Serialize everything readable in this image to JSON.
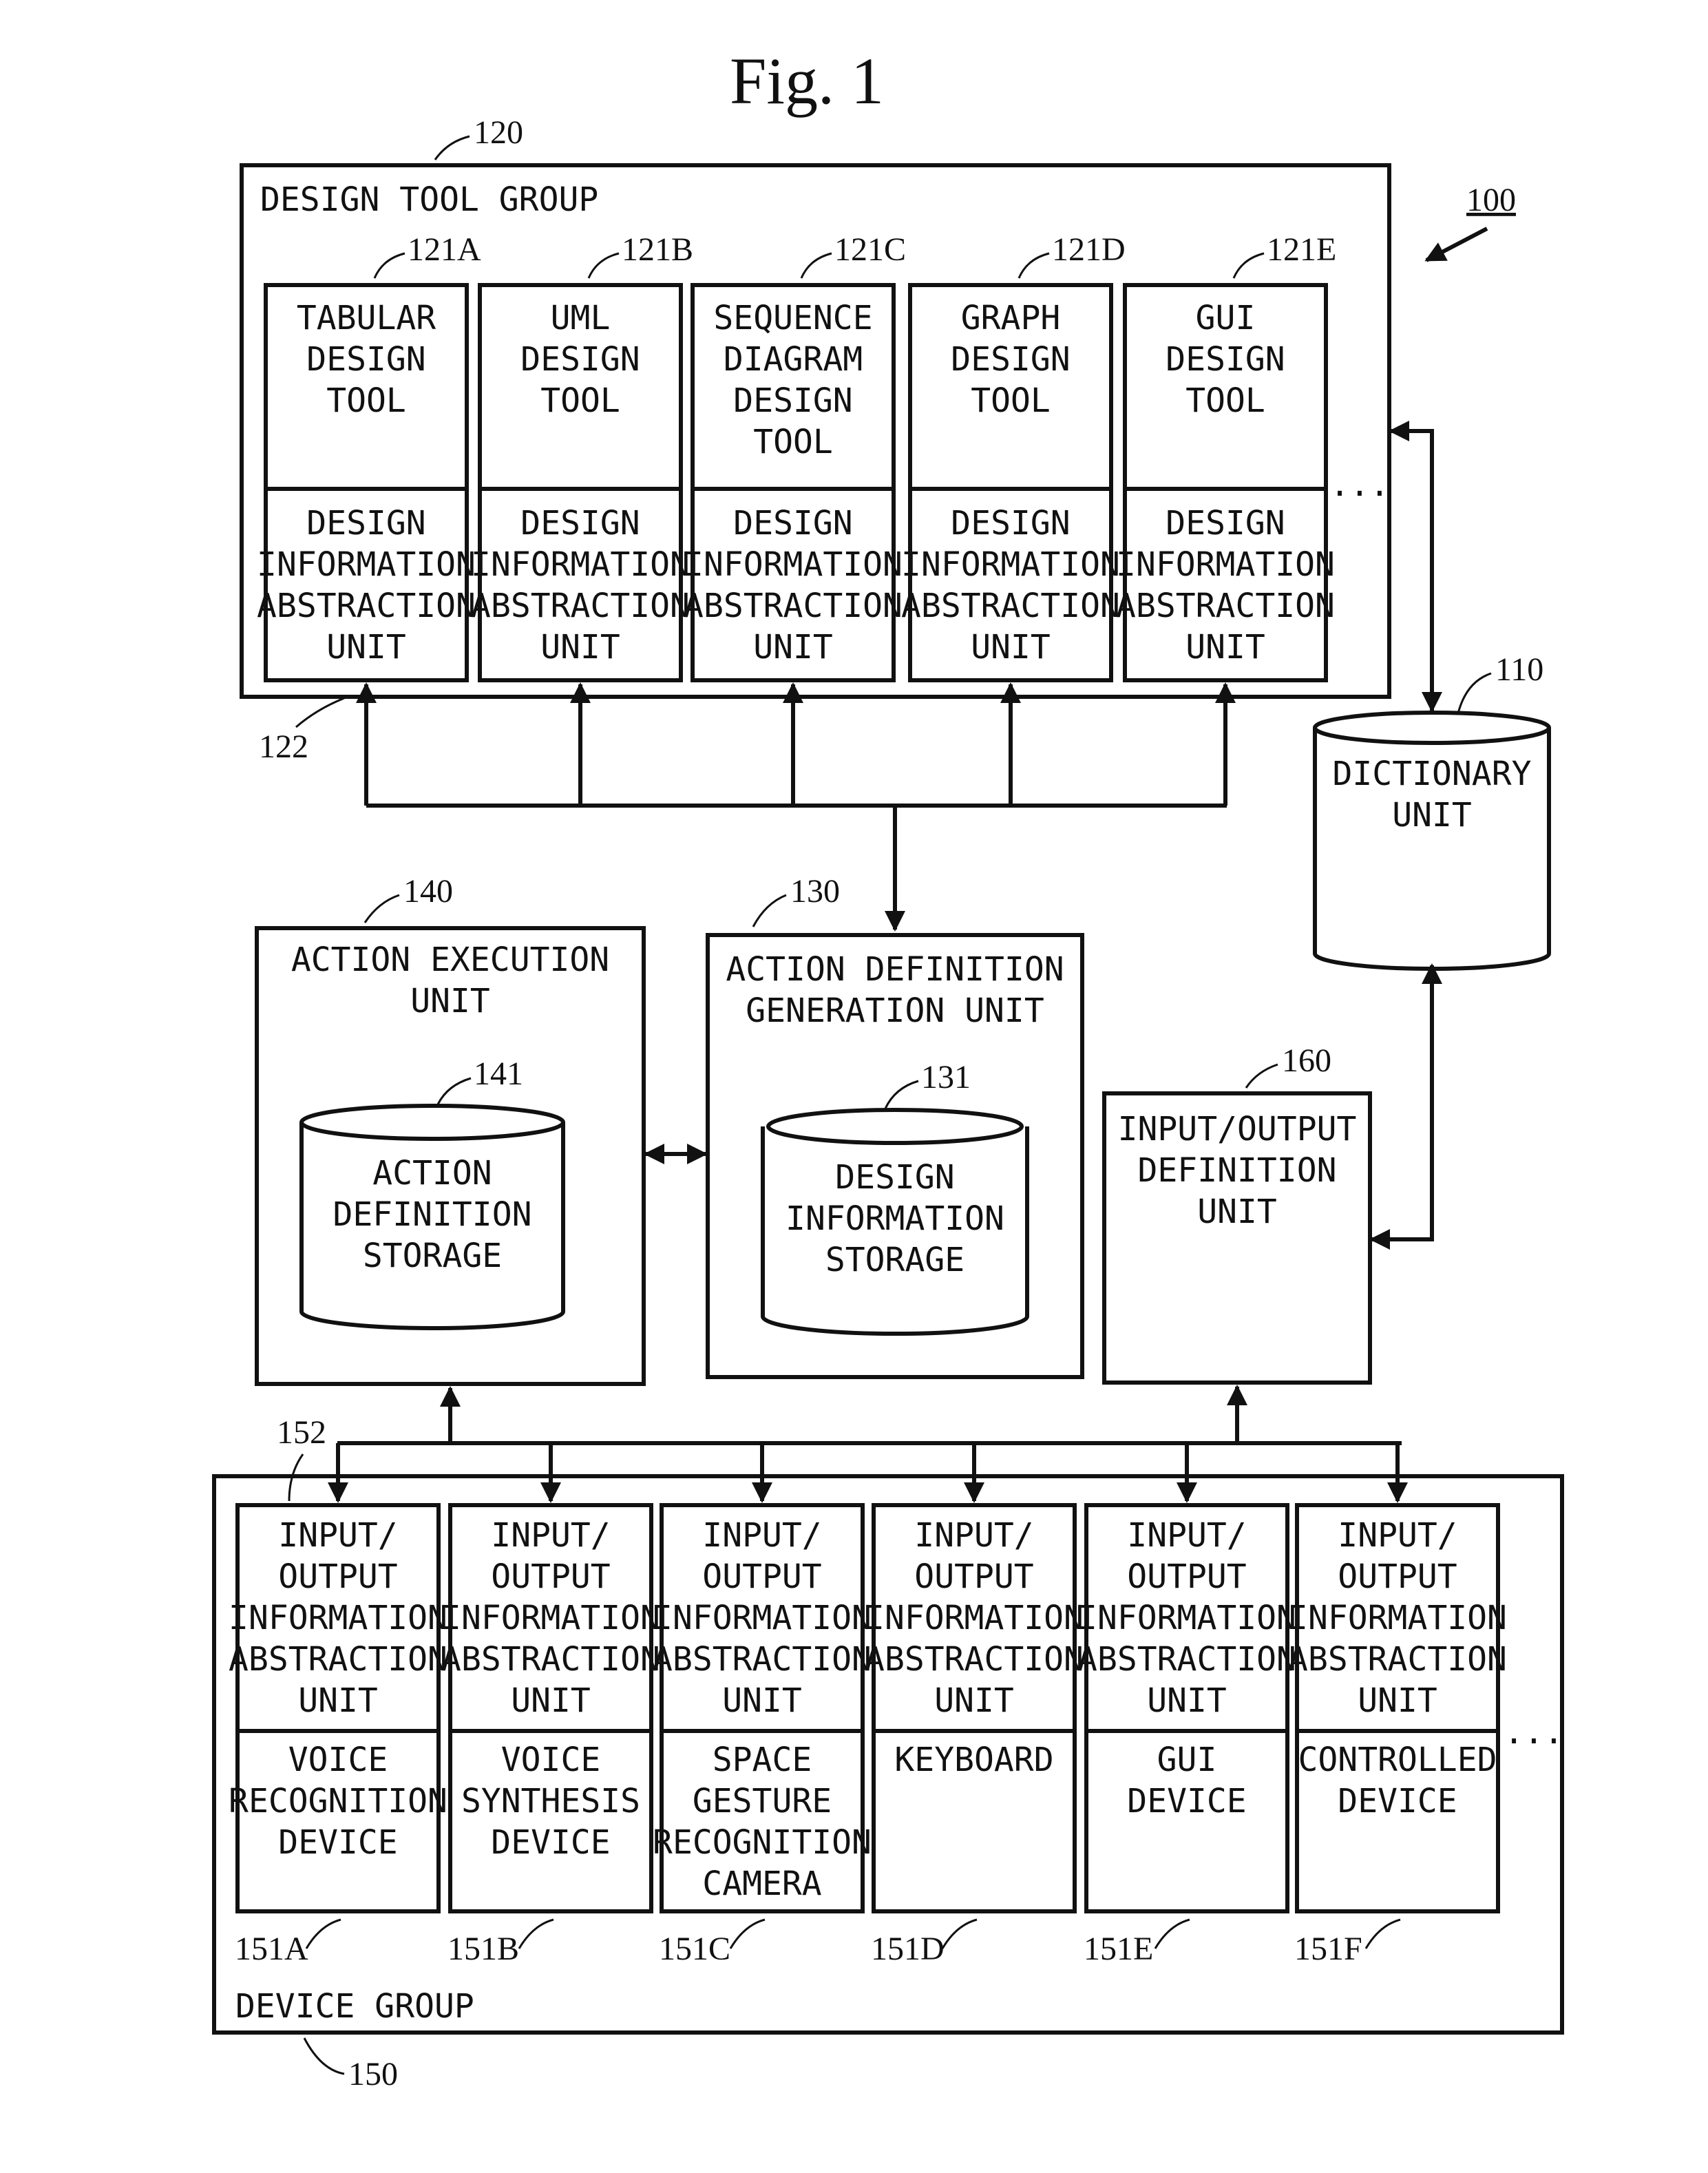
{
  "figure_title": "Fig. 1",
  "system_ref": "100",
  "design_tool_group": {
    "ref": "120",
    "label": "DESIGN TOOL GROUP",
    "abstraction_ref": "122",
    "ellipsis": "...",
    "tools": [
      {
        "ref": "121A",
        "tool": "TABULAR\nDESIGN\nTOOL",
        "unit": "DESIGN\nINFORMATION\nABSTRACTION\nUNIT"
      },
      {
        "ref": "121B",
        "tool": "UML\nDESIGN\nTOOL",
        "unit": "DESIGN\nINFORMATION\nABSTRACTION\nUNIT"
      },
      {
        "ref": "121C",
        "tool": "SEQUENCE\nDIAGRAM\nDESIGN\nTOOL",
        "unit": "DESIGN\nINFORMATION\nABSTRACTION\nUNIT"
      },
      {
        "ref": "121D",
        "tool": "GRAPH\nDESIGN\nTOOL",
        "unit": "DESIGN\nINFORMATION\nABSTRACTION\nUNIT"
      },
      {
        "ref": "121E",
        "tool": "GUI\nDESIGN\nTOOL",
        "unit": "DESIGN\nINFORMATION\nABSTRACTION\nUNIT"
      }
    ]
  },
  "dictionary_unit": {
    "ref": "110",
    "label": "DICTIONARY\nUNIT"
  },
  "action_execution_unit": {
    "ref": "140",
    "label": "ACTION EXECUTION\nUNIT",
    "storage": {
      "ref": "141",
      "label": "ACTION\nDEFINITION\nSTORAGE"
    }
  },
  "action_definition_generation_unit": {
    "ref": "130",
    "label": "ACTION DEFINITION\nGENERATION UNIT",
    "storage": {
      "ref": "131",
      "label": "DESIGN\nINFORMATION\nSTORAGE"
    }
  },
  "io_definition_unit": {
    "ref": "160",
    "label": "INPUT/OUTPUT\nDEFINITION\nUNIT"
  },
  "device_group": {
    "ref": "150",
    "label": "DEVICE GROUP",
    "abstraction_ref": "152",
    "ellipsis": "...",
    "devices": [
      {
        "ref": "151A",
        "unit": "INPUT/\nOUTPUT\nINFORMATION\nABSTRACTION\nUNIT",
        "device": "VOICE\nRECOGNITION\nDEVICE"
      },
      {
        "ref": "151B",
        "unit": "INPUT/\nOUTPUT\nINFORMATION\nABSTRACTION\nUNIT",
        "device": "VOICE\nSYNTHESIS\nDEVICE"
      },
      {
        "ref": "151C",
        "unit": "INPUT/\nOUTPUT\nINFORMATION\nABSTRACTION\nUNIT",
        "device": "SPACE\nGESTURE\nRECOGNITION\nCAMERA"
      },
      {
        "ref": "151D",
        "unit": "INPUT/\nOUTPUT\nINFORMATION\nABSTRACTION\nUNIT",
        "device": "KEYBOARD"
      },
      {
        "ref": "151E",
        "unit": "INPUT/\nOUTPUT\nINFORMATION\nABSTRACTION\nUNIT",
        "device": "GUI\nDEVICE"
      },
      {
        "ref": "151F",
        "unit": "INPUT/\nOUTPUT\nINFORMATION\nABSTRACTION\nUNIT",
        "device": "CONTROLLED\nDEVICE"
      }
    ]
  }
}
